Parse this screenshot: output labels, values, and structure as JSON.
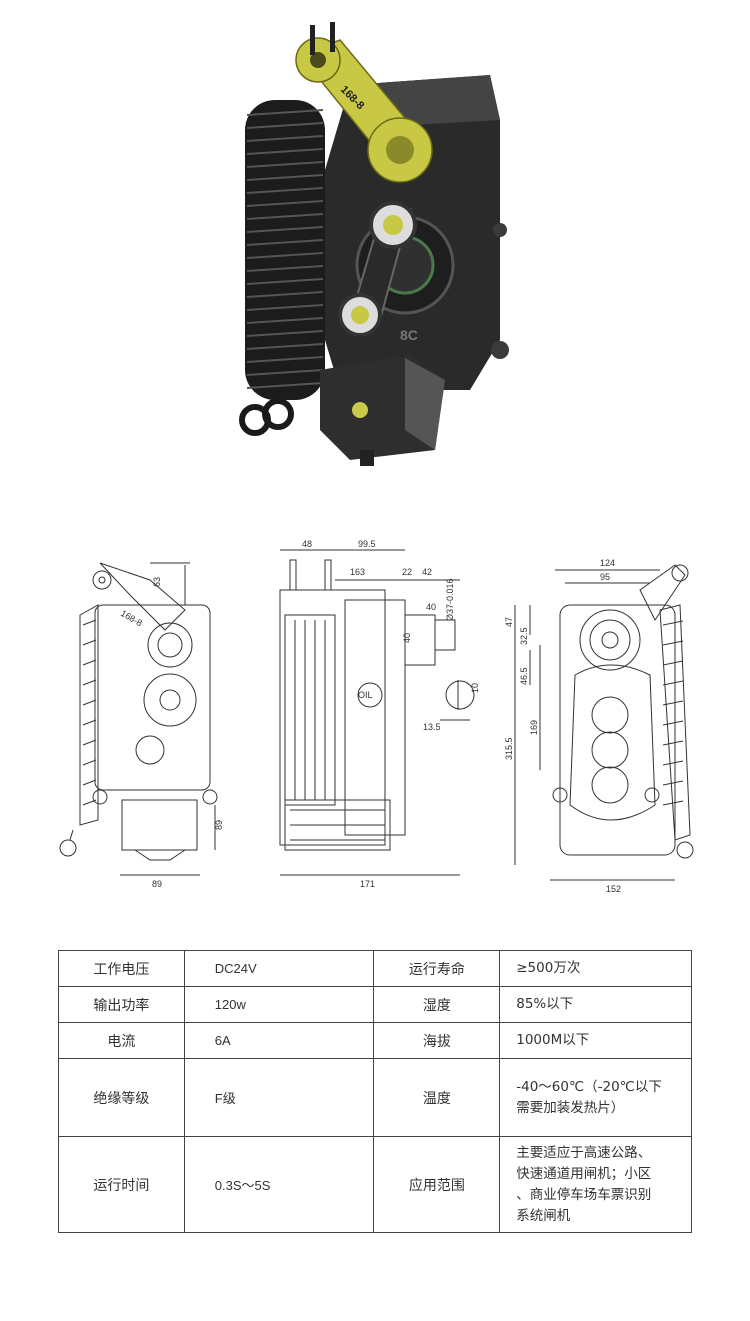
{
  "hero": {
    "arm_label": "168-8",
    "plate_label": "8C"
  },
  "drawings": {
    "left": {
      "dim_top": "63",
      "dim_bottom": "89",
      "dim_width": "89",
      "arm_label": "168-8"
    },
    "middle": {
      "dim_48": "48",
      "dim_99_5": "99.5",
      "dim_163": "163",
      "dim_22": "22",
      "dim_42": "42",
      "dim_40a": "40",
      "dim_40b": "40",
      "dim_shaft": "Ø37-0.016",
      "dim_10": "10",
      "dim_13_5": "13.5",
      "dim_171": "171",
      "oil_label": "OIL"
    },
    "right": {
      "dim_124": "124",
      "dim_95": "95",
      "dim_47": "47",
      "dim_32_5": "32.5",
      "dim_46_5": "46.5",
      "dim_169": "169",
      "dim_315_5": "315.5",
      "dim_152": "152"
    }
  },
  "specs": [
    {
      "k1": "工作电压",
      "v1": "DC24V",
      "k2": "运行寿命",
      "v2": "≥500万次"
    },
    {
      "k1": "输出功率",
      "v1": "120w",
      "k2": "湿度",
      "v2": "85%以下"
    },
    {
      "k1": "电流",
      "v1": "6A",
      "k2": "海拔",
      "v2": "1000M以下"
    },
    {
      "k1": "绝缘等级",
      "v1": "F级",
      "k2": "温度",
      "v2a": "-40～60℃（-20℃以下",
      "v2b": "需要加装发热片）"
    },
    {
      "k1": "运行时间",
      "v1": "0.3S～5S",
      "k2": "应用范围",
      "v2a": "主要适应于高速公路、",
      "v2b": "快速通道用闸机；小区",
      "v2c": "、商业停车场车票识别",
      "v2d": "系统闸机"
    }
  ]
}
